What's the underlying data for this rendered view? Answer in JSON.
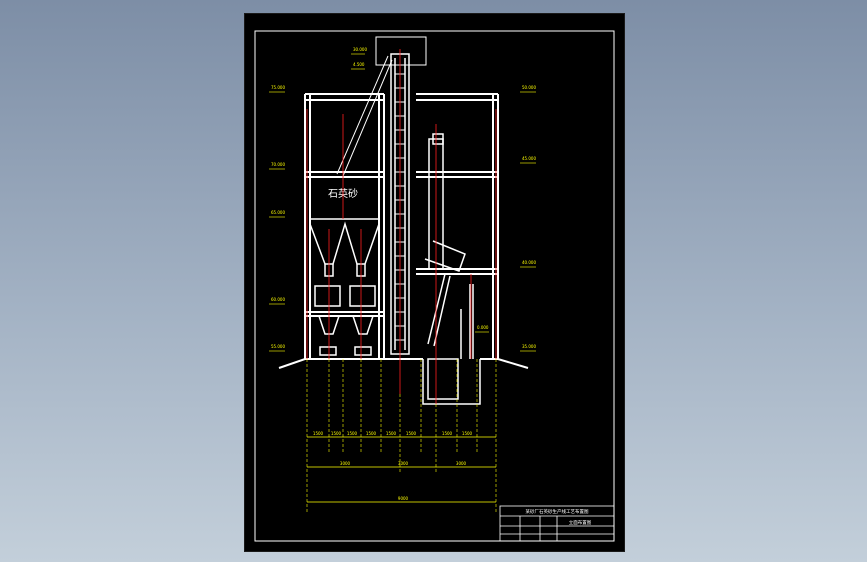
{
  "drawing": {
    "silo_label": "石英砂",
    "elevation_marks": [
      "75.000",
      "70.000",
      "65.000",
      "60.000",
      "55.000",
      "50.000",
      "45.000",
      "40.000",
      "35.000",
      "30.000",
      "4.500",
      "0.000"
    ],
    "dimensions_segments": [
      "1500",
      "1500",
      "1500",
      "1500",
      "1500",
      "1500",
      "1500",
      "1500"
    ],
    "dimensions_spans": [
      "3000",
      "3000",
      "3000"
    ],
    "dimension_total": "9000",
    "title_block": {
      "header": "某砂厂石英砂生产线工艺布置图",
      "subtitle": "立面布置图"
    }
  },
  "colors": {
    "background": "#000000",
    "structure": "#ffffff",
    "centerline": "#ff2020",
    "dimension": "#ffff00",
    "frame": "#ffffff"
  }
}
